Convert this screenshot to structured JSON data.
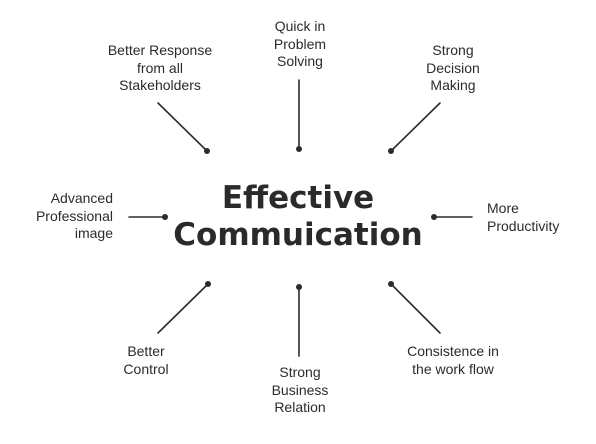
{
  "center": {
    "line1": "Effective",
    "line2": "Commuication"
  },
  "benefits": {
    "top": {
      "lines": [
        "Quick in",
        "Problem",
        "Solving"
      ]
    },
    "topleft": {
      "lines": [
        "Better Response",
        "from all",
        "Stakeholders"
      ]
    },
    "topright": {
      "lines": [
        "Strong",
        "Decision",
        "Making"
      ]
    },
    "left": {
      "lines": [
        "Advanced",
        "Professional",
        "image"
      ]
    },
    "right": {
      "lines": [
        "More",
        "Productivity"
      ]
    },
    "botleft": {
      "lines": [
        "Better",
        "Control"
      ]
    },
    "bottom": {
      "lines": [
        "Strong",
        "Business",
        "Relation"
      ]
    },
    "botright": {
      "lines": [
        "Consistence in",
        "the work flow"
      ]
    }
  }
}
